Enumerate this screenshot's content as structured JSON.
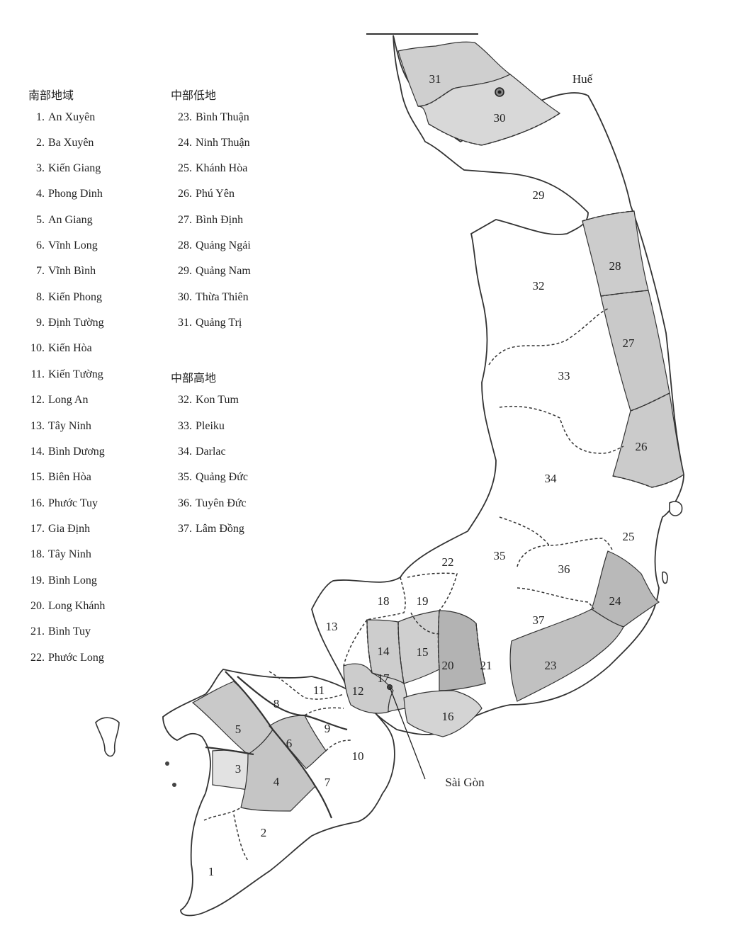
{
  "legend": {
    "south": {
      "heading": "南部地域",
      "items": [
        {
          "num": "1.",
          "name": "An Xuyên"
        },
        {
          "num": "2.",
          "name": "Ba Xuyên"
        },
        {
          "num": "3.",
          "name": "Kiến Giang"
        },
        {
          "num": "4.",
          "name": "Phong Dinh"
        },
        {
          "num": "5.",
          "name": "An Giang"
        },
        {
          "num": "6.",
          "name": "Vĩnh Long"
        },
        {
          "num": "7.",
          "name": "Vĩnh Bình"
        },
        {
          "num": "8.",
          "name": "Kiến Phong"
        },
        {
          "num": "9.",
          "name": "Định Tường"
        },
        {
          "num": "10.",
          "name": "Kiến Hòa"
        },
        {
          "num": "11.",
          "name": "Kiến Tường"
        },
        {
          "num": "12.",
          "name": "Long An"
        },
        {
          "num": "13.",
          "name": "Tây Ninh"
        },
        {
          "num": "14.",
          "name": "Bình Dương"
        },
        {
          "num": "15.",
          "name": "Biên Hòa"
        },
        {
          "num": "16.",
          "name": "Phước Tuy"
        },
        {
          "num": "17.",
          "name": "Gia Định"
        },
        {
          "num": "18.",
          "name": "Tây Ninh"
        },
        {
          "num": "19.",
          "name": "Bình Long"
        },
        {
          "num": "20.",
          "name": "Long Khánh"
        },
        {
          "num": "21.",
          "name": "Bình Tuy"
        },
        {
          "num": "22.",
          "name": "Phước Long"
        }
      ]
    },
    "central_lowland": {
      "heading": "中部低地",
      "items": [
        {
          "num": "23.",
          "name": "Bình Thuận"
        },
        {
          "num": "24.",
          "name": "Ninh Thuận"
        },
        {
          "num": "25.",
          "name": "Khánh Hòa"
        },
        {
          "num": "26.",
          "name": "Phú Yên"
        },
        {
          "num": "27.",
          "name": "Bình Định"
        },
        {
          "num": "28.",
          "name": "Quảng Ngải"
        },
        {
          "num": "29.",
          "name": "Quảng Nam"
        },
        {
          "num": "30.",
          "name": "Thừa Thiên"
        },
        {
          "num": "31.",
          "name": "Quảng Trị"
        }
      ]
    },
    "central_highland": {
      "heading": "中部高地",
      "items": [
        {
          "num": "32.",
          "name": "Kon Tum"
        },
        {
          "num": "33.",
          "name": "Pleiku"
        },
        {
          "num": "34.",
          "name": "Darlac"
        },
        {
          "num": "35.",
          "name": "Quảng Đức"
        },
        {
          "num": "36.",
          "name": "Tuyên Đức"
        },
        {
          "num": "37.",
          "name": "Lâm Đồng"
        }
      ]
    }
  },
  "map": {
    "region_numbers": [
      "1",
      "2",
      "3",
      "4",
      "5",
      "6",
      "7",
      "8",
      "9",
      "10",
      "11",
      "12",
      "13",
      "14",
      "15",
      "16",
      "17",
      "18",
      "19",
      "20",
      "21",
      "22",
      "23",
      "24",
      "25",
      "26",
      "27",
      "28",
      "29",
      "30",
      "31",
      "32",
      "33",
      "34",
      "35",
      "36",
      "37"
    ],
    "shaded_regions": [
      "3",
      "4",
      "5",
      "6",
      "12",
      "14",
      "15",
      "16",
      "17",
      "20",
      "23",
      "24",
      "26",
      "27",
      "28",
      "30",
      "31"
    ],
    "city_labels": {
      "hue": "Huế",
      "saigon": "Sài Gòn"
    },
    "colors": {
      "border": "#333333",
      "shade": "#d0d0d0",
      "shade_dark": "#b5b5b5",
      "land": "#ffffff"
    }
  }
}
